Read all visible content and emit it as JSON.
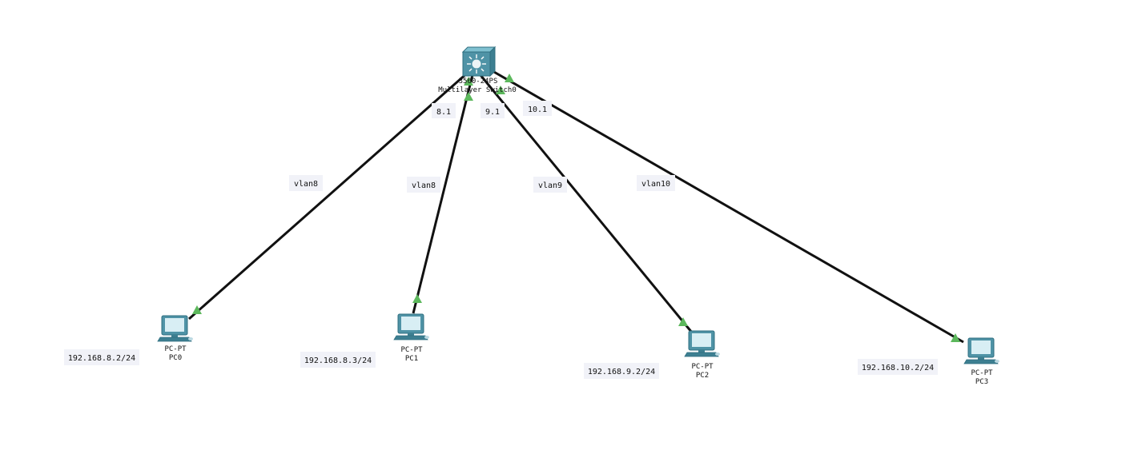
{
  "switch": {
    "model": "3560-24PS",
    "name": "Multilayer Switch0"
  },
  "pcs": [
    {
      "model": "PC-PT",
      "name": "PC0"
    },
    {
      "model": "PC-PT",
      "name": "PC1"
    },
    {
      "model": "PC-PT",
      "name": "PC2"
    },
    {
      "model": "PC-PT",
      "name": "PC3"
    }
  ],
  "notes": {
    "gw_vlan8": "8.1",
    "gw_vlan9": "9.1",
    "gw_vlan10": "10.1",
    "link_pc0": "vlan8",
    "link_pc1": "vlan8",
    "link_pc2": "vlan9",
    "link_pc3": "vlan10",
    "ip_pc0": "192.168.8.2/24",
    "ip_pc1": "192.168.8.3/24",
    "ip_pc2": "192.168.9.2/24",
    "ip_pc3": "192.168.10.2/24"
  },
  "colors": {
    "link": "#111111",
    "link_status_up": "#5cb85c",
    "device_teal": "#4f93a6",
    "note_background": "#f1f2f8"
  }
}
